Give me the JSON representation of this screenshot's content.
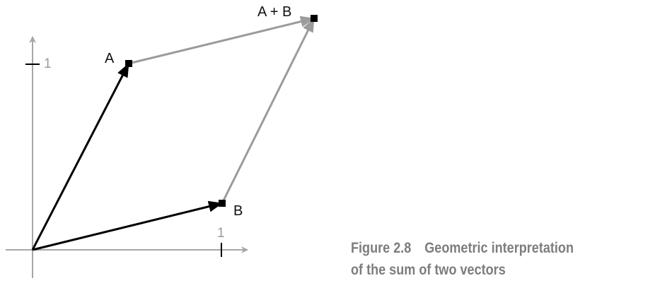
{
  "axes": {
    "x_tick_label": "1",
    "y_tick_label": "1"
  },
  "points": {
    "a_label": "A",
    "b_label": "B",
    "sum_label": "A + B"
  },
  "caption": {
    "figure_number": "Figure 2.8",
    "line1": "Geometric interpretation",
    "line2": "of the sum of two vectors"
  },
  "colors": {
    "axis": "#a6a6a6",
    "vector": "#000000",
    "parallel_vector": "#9b9b9b",
    "caption": "#7d7d7d"
  }
}
